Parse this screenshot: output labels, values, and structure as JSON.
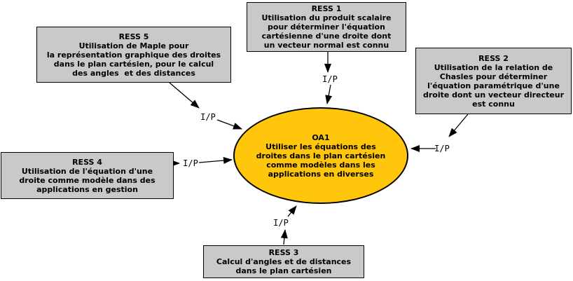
{
  "diagram": {
    "edge_label": "I/P",
    "colors": {
      "node_fill": "#c9c9c9",
      "node_border": "#000000",
      "center_fill": "#ffc60b",
      "arrow": "#000000"
    },
    "center": {
      "title": "OA1",
      "lines": [
        "Utiliser les équations des",
        "droites dans le plan cartésien",
        "comme modèles dans les",
        "applications en diverses"
      ]
    },
    "nodes": {
      "ress1": {
        "title": "RESS 1",
        "lines": [
          "Utilisation du produit scalaire",
          "pour déterminer l'équation",
          "cartésienne d'une droite dont",
          "un vecteur normal est connu"
        ]
      },
      "ress2": {
        "title": "RESS 2",
        "lines": [
          "Utilisation de la relation de",
          "Chasles pour déterminer",
          "l'équation paramétrique d'une",
          "droite dont un vecteur directeur",
          "est connu"
        ]
      },
      "ress3": {
        "title": "RESS 3",
        "lines": [
          "Calcul d'angles et de distances",
          "dans le plan cartésien"
        ]
      },
      "ress4": {
        "title": "RESS 4",
        "lines": [
          "Utilisation de l'équation d'une",
          "droite comme modèle dans des",
          "applications en gestion"
        ]
      },
      "ress5": {
        "title": "RESS 5",
        "lines": [
          "Utilisation de Maple pour",
          "la représentation graphique des droites",
          "dans le plan cartésien, pour le calcul",
          "des angles  et des distances"
        ]
      }
    }
  }
}
